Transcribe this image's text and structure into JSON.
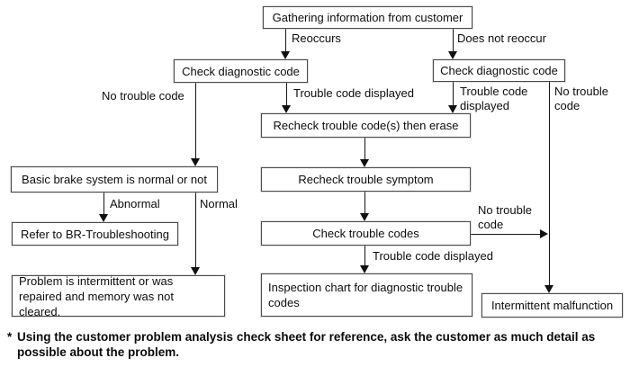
{
  "diagram": {
    "colors": {
      "background": "#ffffff",
      "box_border": "#4a4a4a",
      "line": "#161616",
      "text": "#0d0d0d"
    },
    "nodes": {
      "gathering": {
        "label": "Gathering information from customer"
      },
      "check_diag_left": {
        "label": "Check diagnostic code"
      },
      "check_diag_right": {
        "label": "Check diagnostic code"
      },
      "recheck_erase": {
        "label": "Recheck trouble code(s) then erase"
      },
      "recheck_symptom": {
        "label": "Recheck trouble symptom"
      },
      "check_codes": {
        "label": "Check trouble codes"
      },
      "inspection_chart": {
        "label": "Inspection chart for diagnostic trouble\ncodes"
      },
      "basic_brake": {
        "label": "Basic brake system is normal or not"
      },
      "refer_br": {
        "label": "Refer to BR-Troubleshooting"
      },
      "problem_intermittent": {
        "label": "Problem is intermittent or was\nrepaired and memory was not cleared."
      },
      "intermittent_malfunction": {
        "label": "Intermittent malfunction"
      }
    },
    "edge_labels": {
      "reoccurs": "Reoccurs",
      "does_not_reoccur": "Does not reoccur",
      "no_trouble_code_left": "No trouble code",
      "trouble_code_displayed_left": "Trouble code displayed",
      "trouble_code_displayed_right": "Trouble code\ndisplayed",
      "no_trouble_code_right": "No trouble\ncode",
      "abnormal": "Abnormal",
      "normal": "Normal",
      "no_trouble_code_mid": "No trouble\ncode",
      "trouble_code_displayed_mid": "Trouble code displayed"
    },
    "footnote": {
      "marker": "*",
      "text": "Using the customer problem analysis check sheet for reference, ask the customer as much detail as\npossible about the problem."
    }
  }
}
